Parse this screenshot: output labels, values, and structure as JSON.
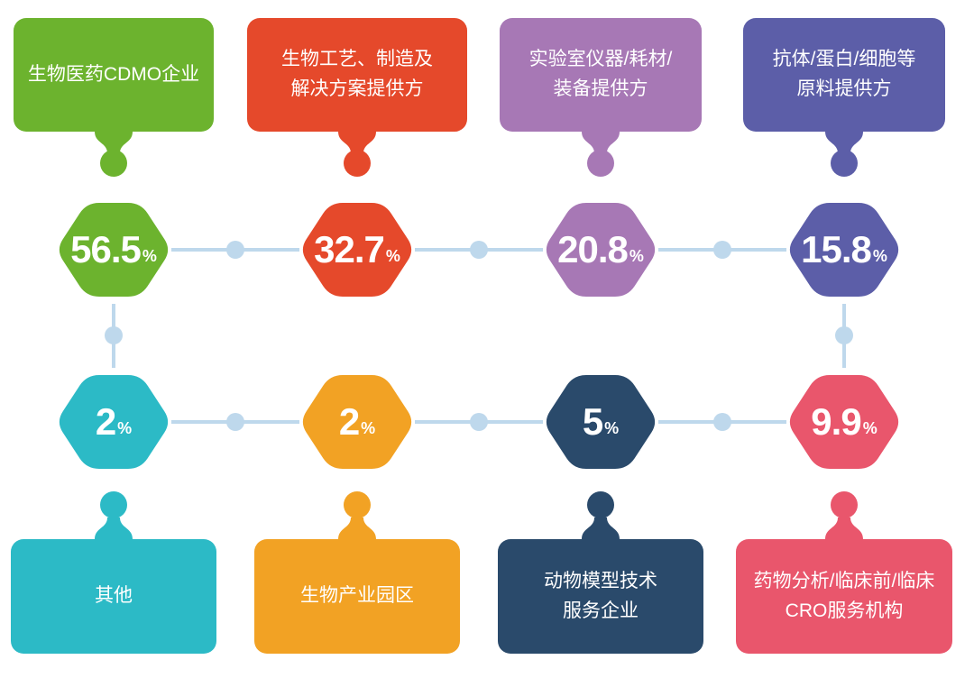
{
  "background": "#ffffff",
  "connector_color": "#bed8ec",
  "text_color": "#ffffff",
  "top_groups": [
    {
      "line1": "生物医药CDMO企业",
      "line2": "",
      "value": "56.5",
      "unit": "%",
      "color": "#6cb32e"
    },
    {
      "line1": "生物工艺、制造及",
      "line2": "解决方案提供方",
      "value": "32.7",
      "unit": "%",
      "color": "#e5492b"
    },
    {
      "line1": "实验室仪器/耗材/",
      "line2": "装备提供方",
      "value": "20.8",
      "unit": "%",
      "color": "#a778b5"
    },
    {
      "line1": "抗体/蛋白/细胞等",
      "line2": "原料提供方",
      "value": "15.8",
      "unit": "%",
      "color": "#5c5ea8"
    }
  ],
  "bottom_groups": [
    {
      "line1": "其他",
      "line2": "",
      "value": "2",
      "unit": "%",
      "color": "#2cbac6"
    },
    {
      "line1": "生物产业园区",
      "line2": "",
      "value": "2",
      "unit": "%",
      "color": "#f2a224"
    },
    {
      "line1": "动物模型技术",
      "line2": "服务企业",
      "value": "5",
      "unit": "%",
      "color": "#2a4a6b"
    },
    {
      "line1": "药物分析/临床前/临床",
      "line2": "CRO服务机构",
      "value": "9.9",
      "unit": "%",
      "color": "#e9566c"
    }
  ],
  "chart_data": {
    "type": "bar",
    "title": "",
    "xlabel": "",
    "ylabel": "",
    "unit": "%",
    "categories": [
      "生物医药CDMO企业",
      "生物工艺、制造及解决方案提供方",
      "实验室仪器/耗材/装备提供方",
      "抗体/蛋白/细胞等原料提供方",
      "其他",
      "生物产业园区",
      "动物模型技术服务企业",
      "药物分析/临床前/临床CRO服务机构"
    ],
    "values": [
      56.5,
      32.7,
      20.8,
      15.8,
      2,
      2,
      5,
      9.9
    ],
    "layout": {
      "rows": 2,
      "columns": 4,
      "grid": false,
      "legend": "none"
    }
  }
}
